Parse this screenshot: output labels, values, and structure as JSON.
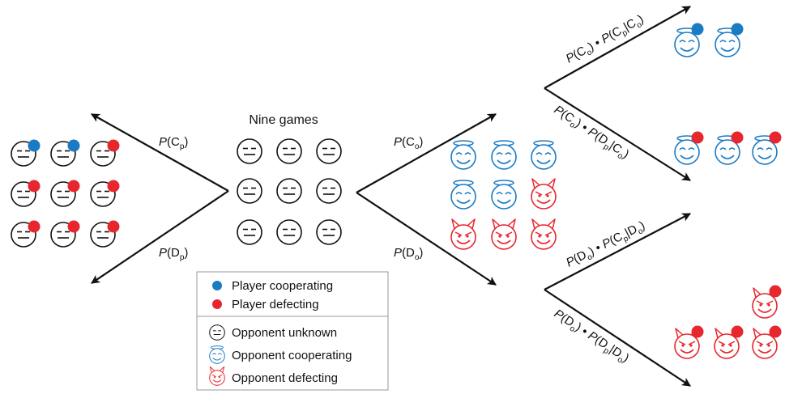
{
  "title": "Nine games",
  "branches": {
    "player_cooperate": {
      "P": "P",
      "open": "(C",
      "sub": "p",
      "close": ")"
    },
    "player_defect": {
      "P": "P",
      "open": "(D",
      "sub": "p",
      "close": ")"
    },
    "opponent_cooperate": {
      "P": "P",
      "open": "(C",
      "sub": "o",
      "close": ")"
    },
    "opponent_defect": {
      "P": "P",
      "open": "(D",
      "sub": "o",
      "close": ")"
    },
    "cc": {
      "p1": "P",
      "a1": "(C",
      "s1": "o",
      "a2": ") • ",
      "p2": "P",
      "a3": "(C",
      "s2": "p",
      "a4": "|C",
      "s3": "o",
      "a5": ")"
    },
    "cd": {
      "p1": "P",
      "a1": "(C",
      "s1": "o",
      "a2": ") • ",
      "p2": "P",
      "a3": "(D",
      "s2": "p",
      "a4": "|C",
      "s3": "o",
      "a5": ")"
    },
    "dc": {
      "p1": "P",
      "a1": "(D",
      "s1": "o",
      "a2": ") • ",
      "p2": "P",
      "a3": "(C",
      "s2": "p",
      "a4": "|D",
      "s3": "o",
      "a5": ")"
    },
    "dd": {
      "p1": "P",
      "a1": "(D",
      "s1": "o",
      "a2": ") • ",
      "p2": "P",
      "a3": "(D",
      "s2": "p",
      "a4": "|D",
      "s3": "o",
      "a5": ")"
    }
  },
  "legend": {
    "player_cooperating": "Player cooperating",
    "player_defecting": "Player defecting",
    "opponent_unknown": "Opponent unknown",
    "opponent_cooperating": "Opponent cooperating",
    "opponent_defecting": "Opponent defecting"
  },
  "colors": {
    "cooperate": "#1a7bc4",
    "defect": "#e8262d",
    "neutral": "#111111",
    "arrow": "#111111"
  }
}
